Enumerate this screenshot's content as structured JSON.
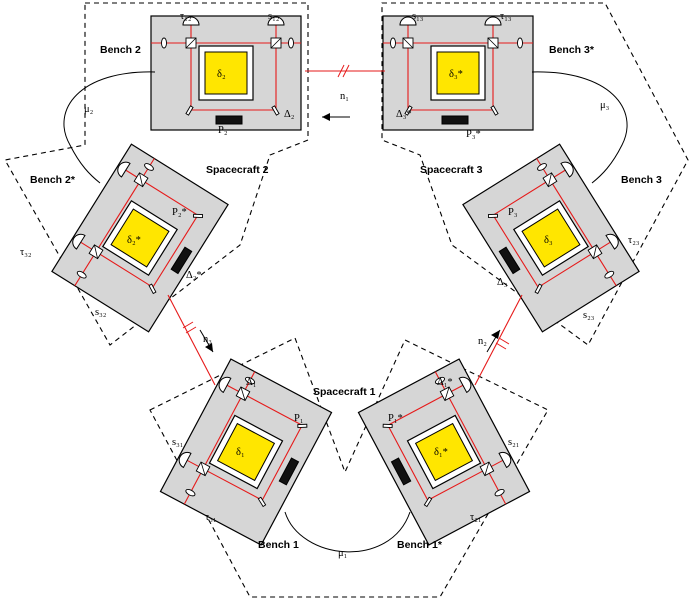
{
  "spacecraft": [
    {
      "id": "sc1",
      "label": "Spacecraft 1"
    },
    {
      "id": "sc2",
      "label": "Spacecraft 2"
    },
    {
      "id": "sc3",
      "label": "Spacecraft 3"
    }
  ],
  "benches": [
    {
      "id": "b2",
      "label": "Bench 2",
      "mass": "δ₂",
      "delta": "Δ₂",
      "laser": "P₂",
      "sym1": "τ₁₂",
      "sym2": "s₁₂"
    },
    {
      "id": "b3p",
      "label": "Bench 3*",
      "mass": "δ₃*",
      "delta": "Δ₃*",
      "laser": "P₃*",
      "sym1": "s₁₃",
      "sym2": "τ₁₃"
    },
    {
      "id": "b2p",
      "label": "Bench 2*",
      "mass": "δ₂*",
      "delta": "Δ₂*",
      "laser": "P₂*",
      "sym1": "τ₃₂",
      "sym2": "s₃₂"
    },
    {
      "id": "b3",
      "label": "Bench 3",
      "mass": "δ₃",
      "delta": "Δ₃",
      "laser": "P₃",
      "sym1": "τ₂₃",
      "sym2": "s₂₃"
    },
    {
      "id": "b1",
      "label": "Bench 1",
      "mass": "δ₁",
      "delta": "Δ₁",
      "laser": "P₁",
      "sym1": "s₃₁",
      "sym2": "τ₃₁"
    },
    {
      "id": "b1p",
      "label": "Bench 1*",
      "mass": "δ₁*",
      "delta": "Δ₁*",
      "laser": "P₁*",
      "sym1": "s₂₁",
      "sym2": "τ₂₁"
    }
  ],
  "links": {
    "n1": "n₁",
    "n2": "n₂",
    "n3": "n₃"
  },
  "fibers": {
    "mu1": "μ₁",
    "mu2": "μ₂",
    "mu3": "μ₃"
  },
  "colors": {
    "bench": "#d6d6d6",
    "proof_mass": "#ffe600",
    "laser_beam": "#e61a1a",
    "outline": "#000000"
  }
}
